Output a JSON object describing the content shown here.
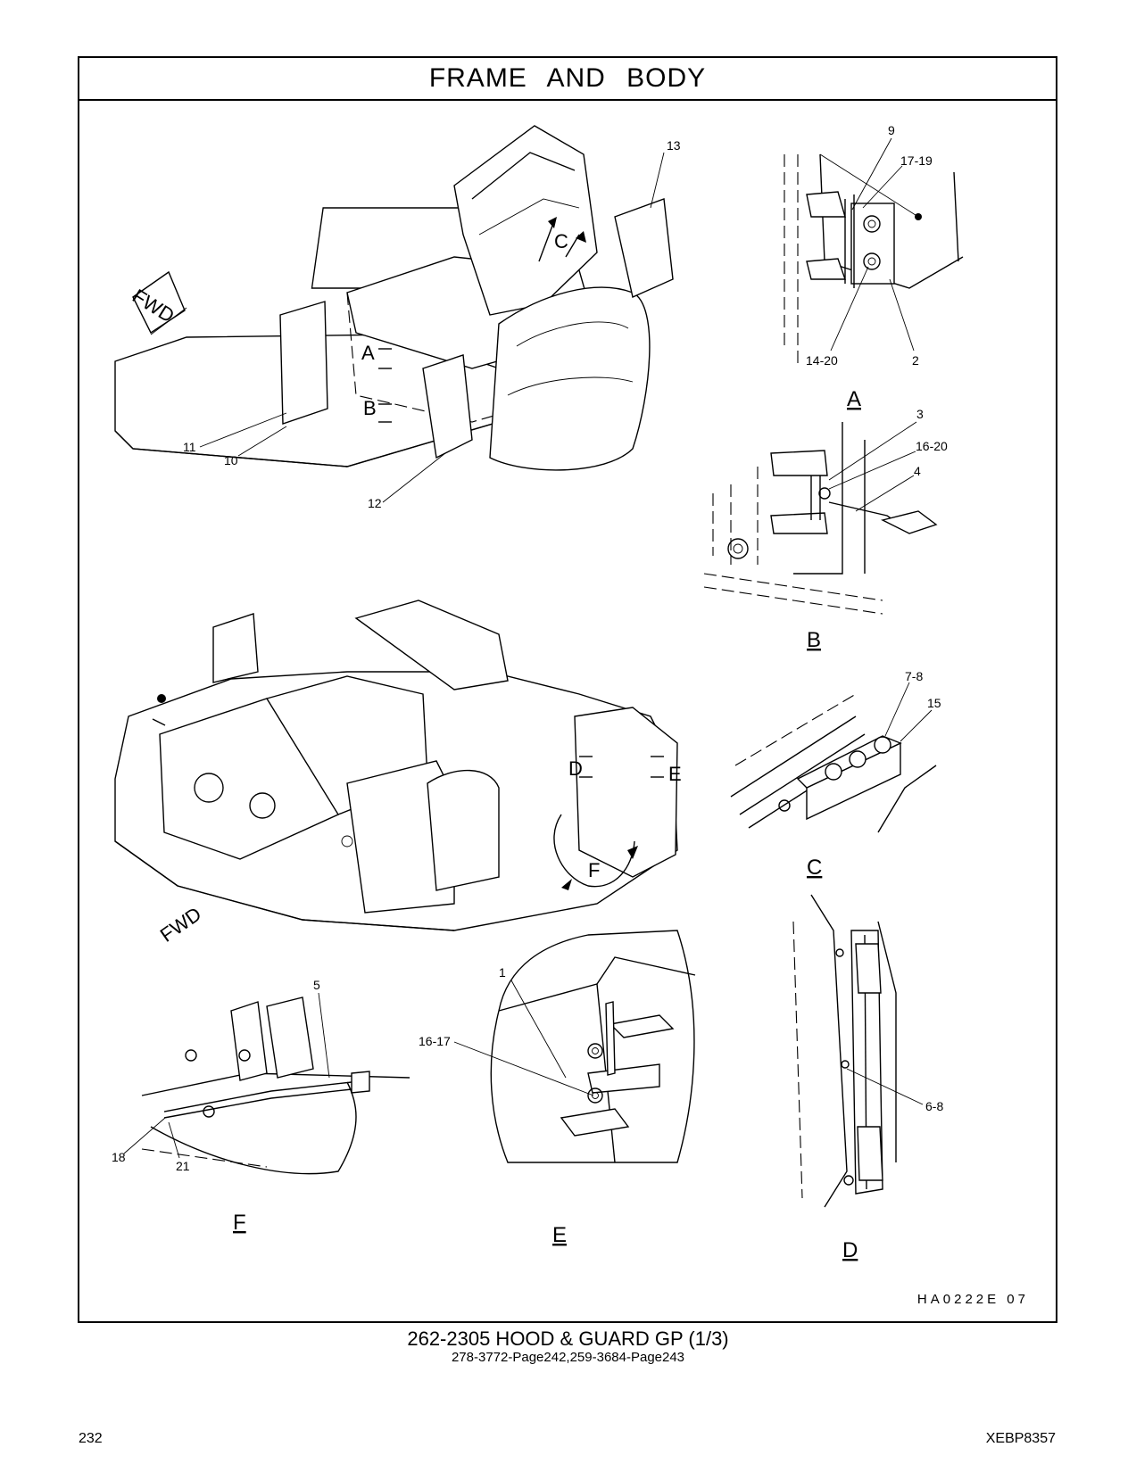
{
  "header": {
    "title": "FRAME AND BODY"
  },
  "callouts": {
    "c1": "1",
    "c2": "2",
    "c3": "3",
    "c4": "4",
    "c5": "5",
    "c6_8": "6-8",
    "c7_8": "7-8",
    "c9": "9",
    "c10": "10",
    "c11": "11",
    "c12": "12",
    "c13": "13",
    "c14_20": "14-20",
    "c15": "15",
    "c16_17": "16-17",
    "c16_20": "16-20",
    "c17_19": "17-19",
    "c18": "18",
    "c21": "21"
  },
  "view_markers": {
    "a": "A",
    "b": "B",
    "c": "C",
    "d": "D",
    "e": "E",
    "f": "F"
  },
  "direction": {
    "fwd": "FWD"
  },
  "figure_code": "HA0222E   07",
  "caption": {
    "line1": "262-2305  HOOD & GUARD GP (1/3)",
    "line2": "278-3772-Page242,259-3684-Page243"
  },
  "footer": {
    "page_number": "232",
    "doc_id": "XEBP8357"
  }
}
